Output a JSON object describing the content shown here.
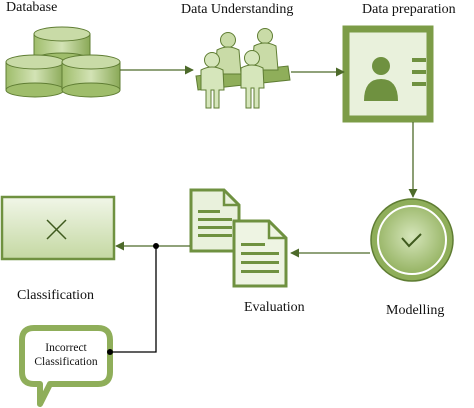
{
  "labels": {
    "database": "Database",
    "data_understanding": "Data Understanding",
    "data_preparation": "Data preparation",
    "classification": "Classification",
    "evaluation": "Evaluation",
    "modelling": "Modelling",
    "incorrect_line1": "Incorrect",
    "incorrect_line2": "Classification"
  },
  "colors": {
    "green_dark": "#6a8a3c",
    "green_mid": "#8fae5a",
    "green_light": "#c9dba7",
    "green_pale": "#e7efd8",
    "line": "#4d6a2a",
    "black": "#000000"
  },
  "icons": [
    "database-icon",
    "people-meeting-icon",
    "profile-card-icon",
    "clock-icon",
    "documents-icon",
    "close-icon",
    "speech-bubble-icon"
  ]
}
